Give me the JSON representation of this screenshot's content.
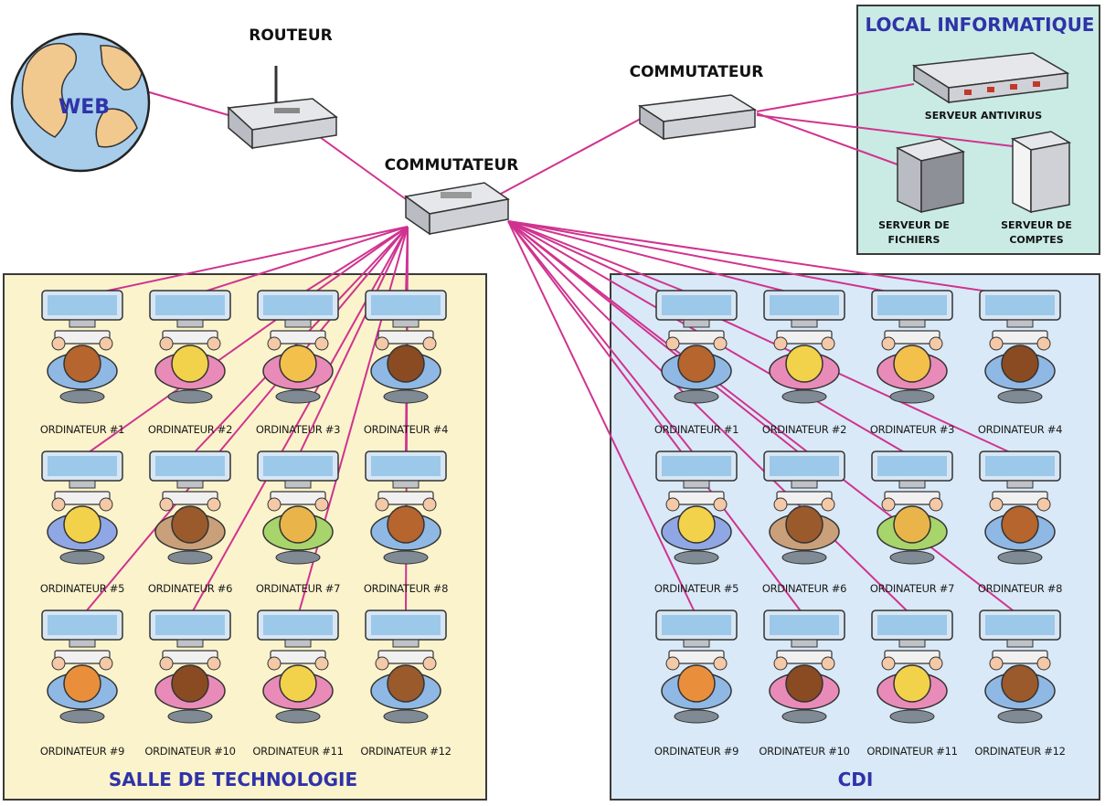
{
  "web": {
    "label": "WEB"
  },
  "router": {
    "label": "ROUTEUR"
  },
  "switch_main": {
    "label": "COMMUTATEUR"
  },
  "switch_servers": {
    "label": "COMMUTATEUR"
  },
  "server_room": {
    "title": "LOCAL INFORMATIQUE",
    "servers": [
      {
        "label": "SERVEUR ANTIVIRUS"
      },
      {
        "label_line1": "SERVEUR DE",
        "label_line2": "FICHIERS"
      },
      {
        "label_line1": "SERVEUR DE",
        "label_line2": "COMPTES"
      }
    ]
  },
  "rooms": [
    {
      "title": "SALLE DE TECHNOLOGIE",
      "computers": [
        "ORDINATEUR #1",
        "ORDINATEUR #2",
        "ORDINATEUR #3",
        "ORDINATEUR #4",
        "ORDINATEUR #5",
        "ORDINATEUR #6",
        "ORDINATEUR #7",
        "ORDINATEUR #8",
        "ORDINATEUR #9",
        "ORDINATEUR #10",
        "ORDINATEUR #11",
        "ORDINATEUR #12"
      ]
    },
    {
      "title": "CDI",
      "computers": [
        "ORDINATEUR #1",
        "ORDINATEUR #2",
        "ORDINATEUR #3",
        "ORDINATEUR #4",
        "ORDINATEUR #5",
        "ORDINATEUR #6",
        "ORDINATEUR #7",
        "ORDINATEUR #8",
        "ORDINATEUR #9",
        "ORDINATEUR #10",
        "ORDINATEUR #11",
        "ORDINATEUR #12"
      ]
    }
  ],
  "colors": {
    "cable": "#d0338f",
    "salle_bg": "#fbf3cc",
    "cdi_bg": "#d9e9f7",
    "local_bg": "#c9ebe4",
    "room_title": "#2f33a8",
    "ocean": "#a7cdeb",
    "land": "#f1c98f"
  }
}
